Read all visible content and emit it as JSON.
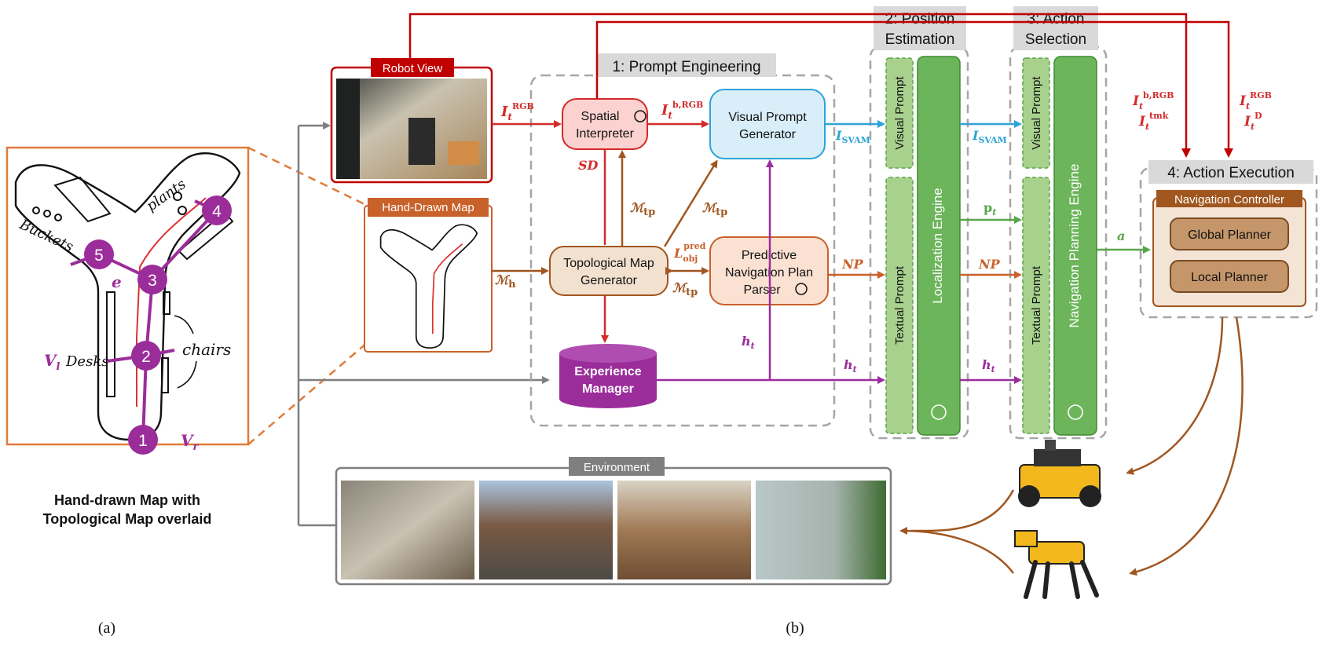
{
  "panel_a": {
    "nodes": [
      {
        "id": "1"
      },
      {
        "id": "2"
      },
      {
        "id": "3"
      },
      {
        "id": "4"
      },
      {
        "id": "5"
      }
    ],
    "annotations": {
      "plants": "plants",
      "buckets": "Buckets",
      "desks": "Desks",
      "chairs": "chairs",
      "edge": "e",
      "v_l": "V",
      "v_l_sub": "l",
      "v_r": "V",
      "v_r_sub": "r"
    },
    "caption_line1": "Hand-drawn Map with",
    "caption_line2": "Topological Map overlaid",
    "label": "(a)"
  },
  "panel_b_label": "(b)",
  "boxes": {
    "robot_view": "Robot View",
    "hand_drawn_map": "Hand-Drawn Map",
    "prompt_engineering": "1: Prompt Engineering",
    "spatial_interpreter": [
      "Spatial",
      "Interpreter"
    ],
    "visual_prompt_generator": [
      "Visual Prompt",
      "Generator"
    ],
    "topological_map_generator": [
      "Topological Map",
      "Generator"
    ],
    "predictive_navigation_plan_parser": [
      "Predictive",
      "Navigation Plan",
      "Parser"
    ],
    "experience_manager": [
      "Experience",
      "Manager"
    ],
    "position_estimation": [
      "2: Position",
      "Estimation"
    ],
    "action_selection": [
      "3: Action",
      "Selection"
    ],
    "visual_prompt": "Visual Prompt",
    "textual_prompt": "Textual Prompt",
    "localization_engine": "Localization Engine",
    "navigation_planning_engine": "Navigation Planning Engine",
    "action_execution": "4: Action Execution",
    "navigation_controller": "Navigation Controller",
    "global_planner": "Global Planner",
    "local_planner": "Local Planner",
    "environment": "Environment"
  },
  "arrow_labels": {
    "I_rgb": {
      "base": "I",
      "sub": "t",
      "sup": "RGB"
    },
    "I_b_rgb": {
      "base": "I",
      "sub": "t",
      "sup": "b,RGB"
    },
    "SD": "SD",
    "M_tp_1": {
      "base": "ℳ",
      "sub": "tp"
    },
    "M_tp_2": {
      "base": "ℳ",
      "sub": "tp"
    },
    "M_tp_3": {
      "base": "ℳ",
      "sub": "tp"
    },
    "M_h": {
      "base": "ℳ",
      "sub": "h"
    },
    "L_obj": {
      "base": "L",
      "sub": "obj",
      "sup": "pred"
    },
    "NP_1": "NP",
    "NP_2": "NP",
    "I_svam_1": {
      "base": "I",
      "sub": "SVAM"
    },
    "I_svam_2": {
      "base": "I",
      "sub": "SVAM"
    },
    "p_t": {
      "base": "p",
      "sub": "t"
    },
    "h_t_1": {
      "base": "h",
      "sub": "t"
    },
    "h_t_2": {
      "base": "h",
      "sub": "t"
    },
    "h_t_3": {
      "base": "h",
      "sub": "t"
    },
    "a": "a",
    "I_b_rgb_tmk": {
      "l1_base": "I",
      "l1_sub": "t",
      "l1_sup": "b,RGB",
      "l2_base": "I",
      "l2_sub": "t",
      "l2_sup": "tmk"
    },
    "I_rgb_d": {
      "l1_base": "I",
      "l1_sub": "t",
      "l1_sup": "RGB",
      "l2_base": "I",
      "l2_sub": "t",
      "l2_sup": "D"
    }
  },
  "colors": {
    "red": "#d42a2a",
    "dark_red": "#c00000",
    "purple": "#9b2d9b",
    "brown": "#a0561f",
    "orange": "#c9612a",
    "blue": "#2ea3d6",
    "green": "#5aa54a",
    "gray": "#7f7f7f"
  }
}
